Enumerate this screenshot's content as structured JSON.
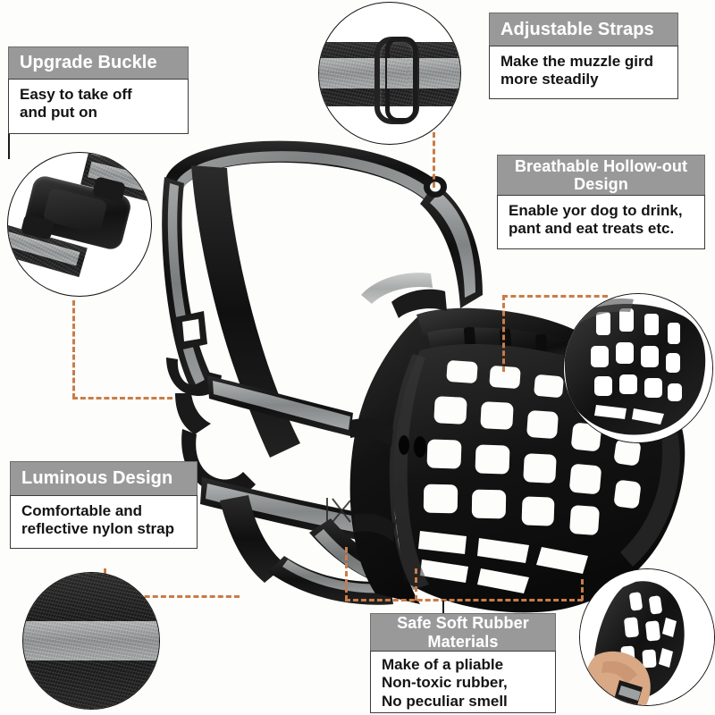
{
  "page": {
    "type": "product-feature-infographic",
    "subject": "Dog basket muzzle with adjustable nylon straps",
    "background_color": "#fdfdfb",
    "accent_color": "#c97c47",
    "header_bar_color": "#999999",
    "header_text_color": "#ffffff",
    "body_text_color": "#141414",
    "body_box_color": "#ffffff"
  },
  "callouts": [
    {
      "id": "upgrade-buckle",
      "title": "Upgrade Buckle",
      "body": "Easy to take off\nand put on",
      "title_align": "left"
    },
    {
      "id": "adjustable-straps",
      "title": "Adjustable Straps",
      "body": "Make the muzzle gird\nmore steadily",
      "title_align": "left"
    },
    {
      "id": "breathable-hollow-out",
      "title": "Breathable Hollow-out\nDesign",
      "body": "Enable yor dog to drink,\npant and eat treats etc.",
      "title_align": "center"
    },
    {
      "id": "luminous-design",
      "title": "Luminous Design",
      "body": "Comfortable and\nreflective nylon strap",
      "title_align": "left"
    },
    {
      "id": "safe-soft-rubber",
      "title": "Safe Soft Rubber\nMaterials",
      "body": "Make of a pliable\nNon-toxic rubber,\nNo peculiar smell",
      "title_align": "center"
    }
  ],
  "insets": [
    {
      "id": "strap-slider-inset",
      "depicts": "close-up of adjustable strap slider on reflective webbing"
    },
    {
      "id": "side-release-buckle-inset",
      "depicts": "close-up of black side-release buckle on strap"
    },
    {
      "id": "hollow-basket-inset",
      "depicts": "close-up of hollow-out rubber basket lattice"
    },
    {
      "id": "reflective-webbing-inset",
      "depicts": "close-up of reflective nylon webbing strip"
    },
    {
      "id": "hand-squeeze-inset",
      "depicts": "hand squeezing pliable rubber muzzle"
    }
  ],
  "product": {
    "name": "rubber-basket-muzzle",
    "shell_color": "#151515",
    "strap_color": "#141414",
    "reflective_color": "#9a9d9e"
  }
}
